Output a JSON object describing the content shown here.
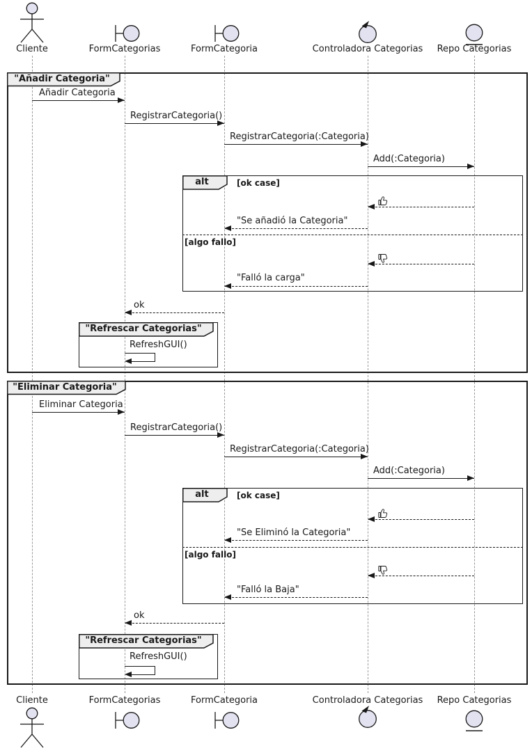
{
  "colors": {
    "stroke": "#181818",
    "participant_fill": "#E2E2F0",
    "frame_tab_fill": "#EEEEEE",
    "lifeline": "#999999",
    "background": "#FFFFFF"
  },
  "participants": [
    {
      "label": "Cliente",
      "type": "actor"
    },
    {
      "label": "FormCategorias",
      "type": "boundary"
    },
    {
      "label": "FormCategoria",
      "type": "boundary"
    },
    {
      "label": "Controladora Categorias",
      "type": "control"
    },
    {
      "label": "Repo Categorias",
      "type": "entity"
    }
  ],
  "frames": [
    {
      "title": "\"Añadir Categoria\"",
      "messages": {
        "m1": "Añadir Categoria",
        "m2": "RegistrarCategoria()",
        "m3": "RegistrarCategoria(:Categoria)",
        "m4": "Add(:Categoria)",
        "return_ok": "ok"
      },
      "alt": {
        "operator": "alt",
        "guard_ok": "[ok case]",
        "ok_icon": "thumbs-up",
        "ok_message": "\"Se añadió la Categoria\"",
        "guard_fail": "[algo fallo]",
        "fail_icon": "thumbs-down",
        "fail_message": "\"Falló la carga\""
      },
      "ref": {
        "title": "\"Refrescar Categorias\"",
        "message": "RefreshGUI()"
      }
    },
    {
      "title": "\"Eliminar Categoria\"",
      "messages": {
        "m1": "Eliminar Categoria",
        "m2": "RegistrarCategoria()",
        "m3": "RegistrarCategoria(:Categoria)",
        "m4": "Add(:Categoria)",
        "return_ok": "ok"
      },
      "alt": {
        "operator": "alt",
        "guard_ok": "[ok case]",
        "ok_icon": "thumbs-up",
        "ok_message": "\"Se Eliminó la Categoria\"",
        "guard_fail": "[algo fallo]",
        "fail_icon": "thumbs-down",
        "fail_message": "\"Falló la Baja\""
      },
      "ref": {
        "title": "\"Refrescar Categorias\"",
        "message": "RefreshGUI()"
      }
    }
  ]
}
